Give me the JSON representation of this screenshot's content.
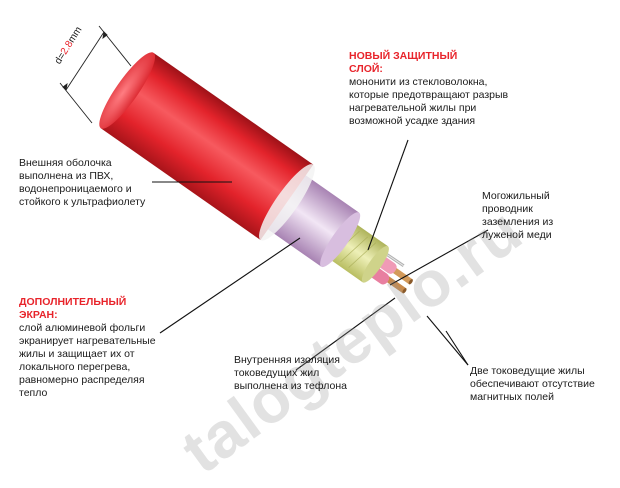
{
  "dimension": {
    "prefix": "d=",
    "value": "2.8",
    "unit": "mm"
  },
  "labels": {
    "shield_title": "НОВЫЙ ЗАЩИТНЫЙ СЛОЙ:",
    "shield_text": "мононити из стекловолокна, которые предотвращают разрыв нагревательной жилы при возможной усадке здания",
    "outer_sheath": "Внешняя оболочка выполнена из ПВХ, водонепроницаемого и стойкого к ультрафиолету",
    "ground_wire": "Могожильный проводник заземления из луженой меди",
    "foil_title": "ДОПОЛНИТЕЛЬНЫЙ ЭКРАН:",
    "foil_text": "слой алюминевой фольги экранирует нагревательные жилы и защищает их от локального перегрева, равномерно распределяя тепло",
    "inner_insulation": "Внутренняя изоляция токоведущих жил выполнена из тефлона",
    "two_conductors": "Две токоведущие жилы обеспечивают отсутствие магнитных полей"
  },
  "watermark": "talogteplo.ru",
  "colors": {
    "sheath_red": "#e3232b",
    "foil_lilac": "#c8a6cf",
    "glass_yellow": "#d8dc8a",
    "teflon_pink": "#e87fa0",
    "copper": "#c98a4a",
    "label_red": "#e8242b"
  }
}
